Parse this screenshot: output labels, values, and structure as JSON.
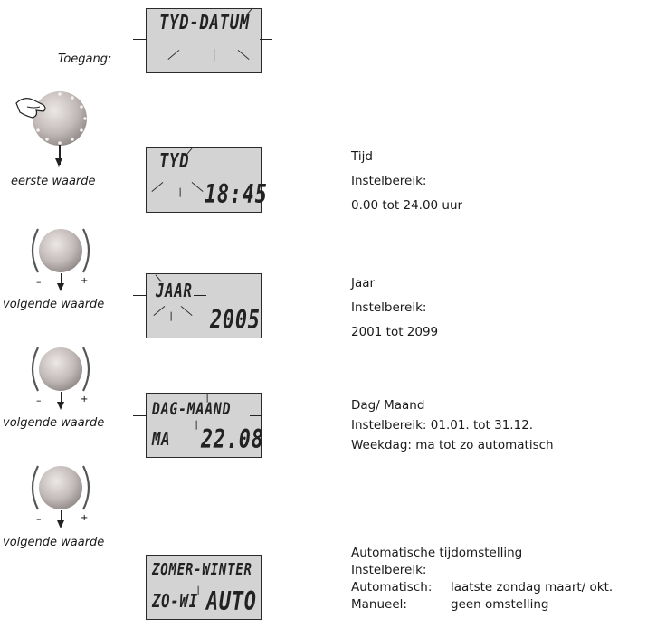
{
  "left": {
    "access_label": "Toegang:",
    "step_labels": [
      "eerste waarde",
      "volgende waarde",
      "volgende waarde",
      "volgende waarde"
    ],
    "knob_minus": "–",
    "knob_plus": "+"
  },
  "displays": [
    {
      "top": "TYD-DATUM",
      "bottom_left": "",
      "bottom_right": ""
    },
    {
      "top": "TYD",
      "bottom_left": "",
      "bottom_right": "18:45"
    },
    {
      "top": "JAAR",
      "bottom_left": "",
      "bottom_right": "2005"
    },
    {
      "top": "DAG-MAAND",
      "bottom_left": "MA",
      "bottom_right": "22.08"
    },
    {
      "top": "ZOMER-WINTER",
      "bottom_left": "ZO-WI",
      "bottom_right": "AUTO"
    }
  ],
  "descriptions": [
    {
      "lines": [
        "Tijd",
        "Instelbereik:",
        "0.00 tot 24.00 uur"
      ]
    },
    {
      "lines": [
        "Jaar",
        "Instelbereik:",
        "2001 tot 2099"
      ]
    },
    {
      "lines": [
        "Dag/ Maand",
        "Instelbereik: 01.01. tot 31.12.",
        "Weekdag: ma tot zo automatisch"
      ]
    },
    {
      "lines": [
        "Automatische tijdomstelling",
        "Instelbereik:"
      ],
      "rows": [
        {
          "key": "Automatisch:",
          "value": "laatste zondag maart/ okt."
        },
        {
          "key": "Manueel:",
          "value": "geen omstelling"
        }
      ]
    }
  ],
  "colors": {
    "lcd_bg": "#d3d3d3",
    "knob": "#c9c2c0"
  }
}
